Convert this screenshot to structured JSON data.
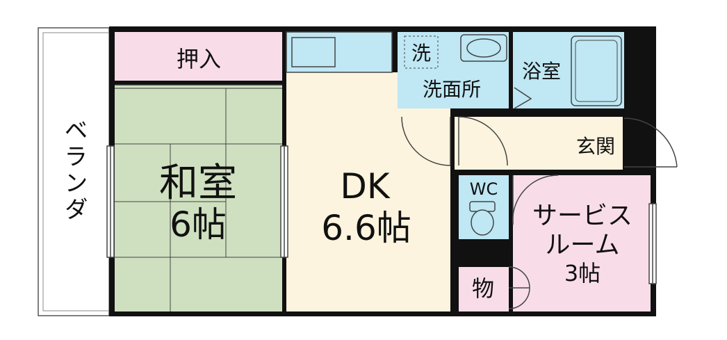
{
  "rooms": {
    "oshiire": "押入",
    "washitsu_name": "和室",
    "washitsu_size": "6帖",
    "balcony": "ベランダ",
    "dk_name": "DK",
    "dk_size": "6.6帖",
    "washing_machine": "洗",
    "senmenjo": "洗面所",
    "yokushitsu": "浴室",
    "genkan": "玄関",
    "wc": "WC",
    "service_line1": "サービス",
    "service_line2": "ルーム",
    "service_size": "3帖",
    "storage": "物"
  },
  "colors": {
    "wall": "#111111",
    "tatami": "#cfe0c0",
    "oshiire": "#f8dde8",
    "dk": "#fcf4de",
    "wet_area": "#bfe7f4",
    "service_room": "#f8dde8",
    "balcony": "#ffffff"
  }
}
